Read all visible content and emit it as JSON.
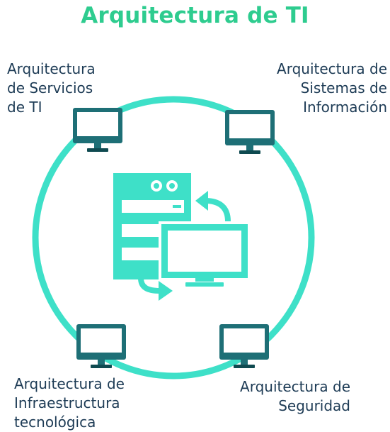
{
  "title": "Arquitectura de TI",
  "colors": {
    "title": "#2ecc8f",
    "accent": "#3ee0c8",
    "monitor": "#1e6f76",
    "monitor_dark": "#0f4a50",
    "text": "#1d3b55"
  },
  "nodes": [
    {
      "id": "servicios",
      "icon": "monitor-icon",
      "lines": [
        "Arquitectura",
        "de Servicios",
        "de TI"
      ]
    },
    {
      "id": "sistemas",
      "icon": "monitor-icon",
      "lines": [
        "Arquitectura de",
        "Sistemas de",
        "Información"
      ]
    },
    {
      "id": "infraestructura",
      "icon": "monitor-icon",
      "lines": [
        "Arquitectura de",
        "Infraestructura",
        "tecnológica"
      ]
    },
    {
      "id": "seguridad",
      "icon": "monitor-icon",
      "lines": [
        "Arquitectura de",
        "Seguridad"
      ]
    }
  ],
  "center_icon": "server-monitor-sync-icon"
}
